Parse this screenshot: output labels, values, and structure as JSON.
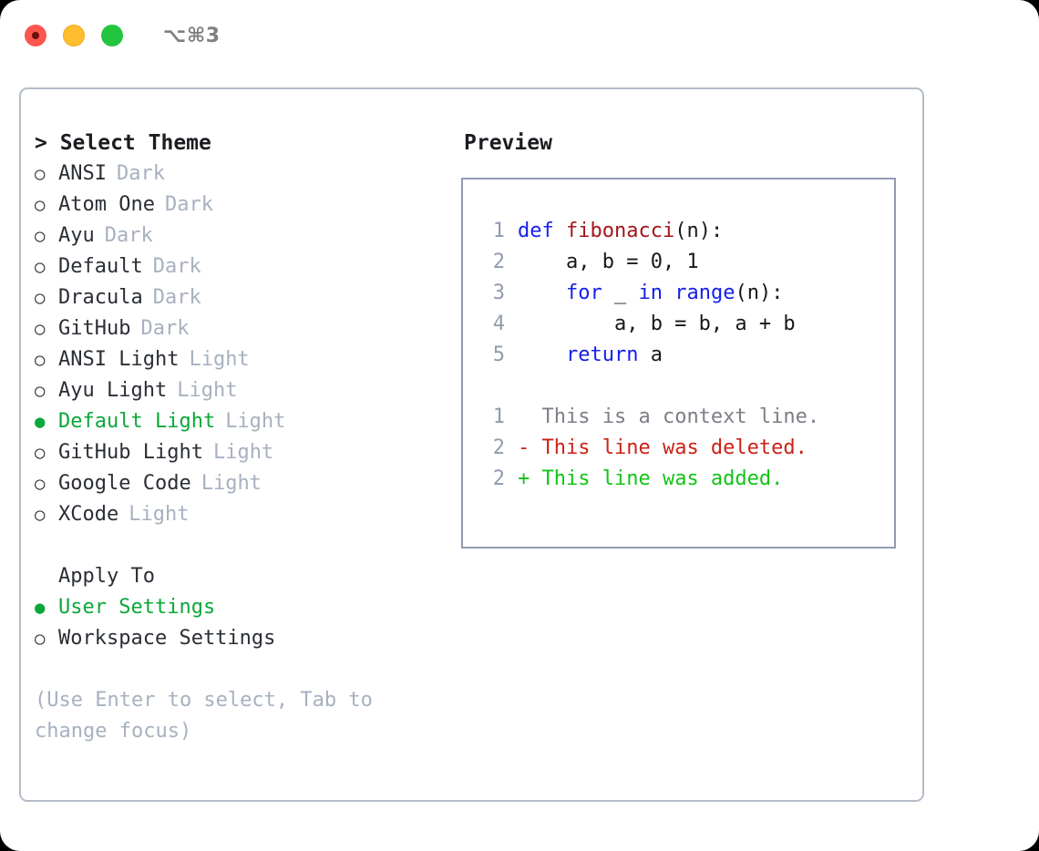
{
  "titlebar": {
    "shortcut": "⌥⌘3",
    "lights": [
      "close",
      "minimize",
      "zoom"
    ]
  },
  "theme_picker": {
    "heading": "> Select Theme",
    "bullet_selected": "●",
    "bullet_unselected": "○",
    "items": [
      {
        "label": "ANSI",
        "tag": "Dark",
        "selected": false
      },
      {
        "label": "Atom One",
        "tag": "Dark",
        "selected": false
      },
      {
        "label": "Ayu",
        "tag": "Dark",
        "selected": false
      },
      {
        "label": "Default",
        "tag": "Dark",
        "selected": false
      },
      {
        "label": "Dracula",
        "tag": "Dark",
        "selected": false
      },
      {
        "label": "GitHub",
        "tag": "Dark",
        "selected": false
      },
      {
        "label": "ANSI Light",
        "tag": "Light",
        "selected": false
      },
      {
        "label": "Ayu Light",
        "tag": "Light",
        "selected": false
      },
      {
        "label": "Default Light",
        "tag": "Light",
        "selected": true
      },
      {
        "label": "GitHub Light",
        "tag": "Light",
        "selected": false
      },
      {
        "label": "Google Code",
        "tag": "Light",
        "selected": false
      },
      {
        "label": "XCode",
        "tag": "Light",
        "selected": false
      }
    ]
  },
  "apply_to": {
    "heading": "Apply To",
    "options": [
      {
        "label": "User Settings",
        "selected": true
      },
      {
        "label": "Workspace Settings",
        "selected": false
      }
    ]
  },
  "hint": "(Use Enter to select, Tab to change focus)",
  "preview": {
    "title": "Preview",
    "code_lines": [
      {
        "no": "1",
        "tokens": [
          {
            "t": "def ",
            "c": "kw"
          },
          {
            "t": "fibonacci",
            "c": "fn"
          },
          {
            "t": "(n):",
            "c": "plain"
          }
        ]
      },
      {
        "no": "2",
        "tokens": [
          {
            "t": "    a, b = 0, 1",
            "c": "plain"
          }
        ]
      },
      {
        "no": "3",
        "tokens": [
          {
            "t": "    ",
            "c": "plain"
          },
          {
            "t": "for",
            "c": "kw"
          },
          {
            "t": " _ ",
            "c": "plain"
          },
          {
            "t": "in",
            "c": "kw"
          },
          {
            "t": " ",
            "c": "plain"
          },
          {
            "t": "range",
            "c": "kw"
          },
          {
            "t": "(n):",
            "c": "plain"
          }
        ]
      },
      {
        "no": "4",
        "tokens": [
          {
            "t": "        a, b = b, a + b",
            "c": "plain"
          }
        ]
      },
      {
        "no": "5",
        "tokens": [
          {
            "t": "    ",
            "c": "plain"
          },
          {
            "t": "return",
            "c": "kw"
          },
          {
            "t": " a",
            "c": "plain"
          }
        ]
      }
    ],
    "diff_lines": [
      {
        "no": "1",
        "marker": "  ",
        "text": "This is a context line.",
        "kind": "ctx"
      },
      {
        "no": "2",
        "marker": "- ",
        "text": "This line was deleted.",
        "kind": "del"
      },
      {
        "no": "2",
        "marker": "+ ",
        "text": "This line was added.",
        "kind": "add"
      }
    ]
  },
  "colors": {
    "accent_green": "#0aa83a",
    "muted": "#a7b1c0",
    "keyword_blue": "#1420e8",
    "function_red": "#a3161a",
    "diff_deleted": "#cc2117",
    "diff_added": "#12c417",
    "border": "#b4bcc8",
    "preview_border": "#909cae"
  }
}
